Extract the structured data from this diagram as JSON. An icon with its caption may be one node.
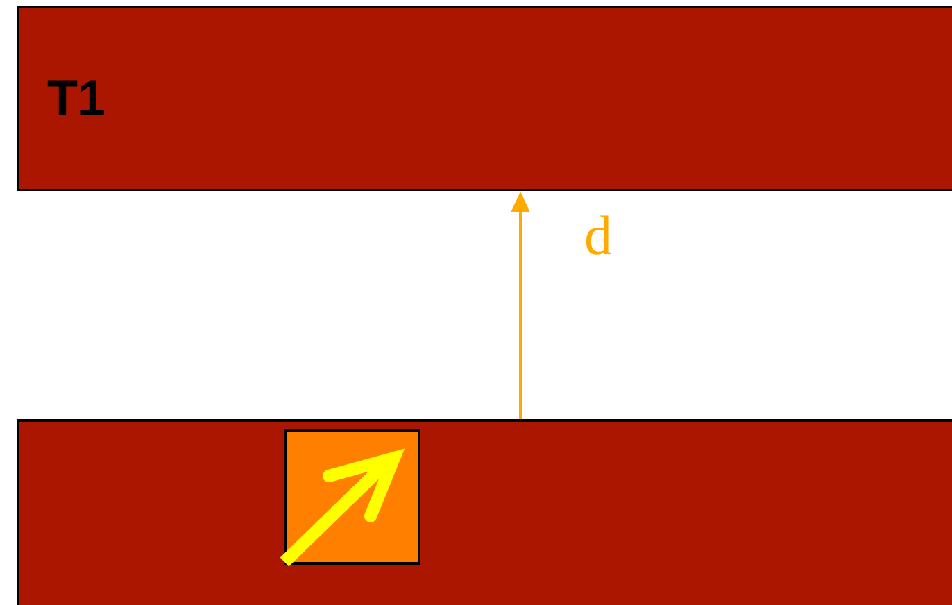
{
  "diagram": {
    "nodes": [
      {
        "text": [
          "T1"
        ]
      },
      {
        "text": [],
        "shape": "bar"
      },
      {
        "text": [],
        "shape": "box",
        "in": 1
      }
    ],
    "edges": [
      {
        "from": 1,
        "to": 0,
        "arrow": "to",
        "label": "d",
        "color": "#ffaa00"
      }
    ]
  }
}
